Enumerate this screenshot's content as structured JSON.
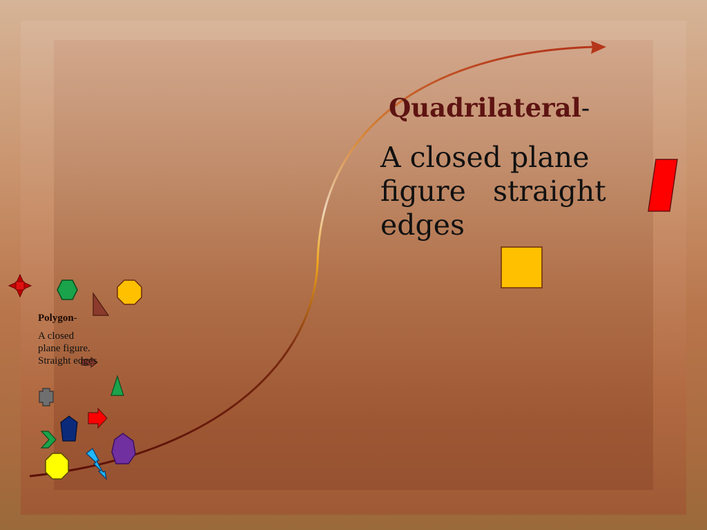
{
  "quadrilateral": {
    "term": "Quadrilateral",
    "dash": "-",
    "definition_lines": [
      "A closed plane",
      "figure   straight",
      "edges"
    ]
  },
  "polygon": {
    "term": "Polygon",
    "dash": "-",
    "definition_lines": [
      "A closed",
      "plane figure.",
      "Straight edges"
    ]
  },
  "colors": {
    "curve_start": "#5a0f08",
    "curve_mid": "#f0a319",
    "curve_end": "#b5361a",
    "parallelogram": "#ff0000",
    "square": "#ffc000",
    "hexagon": "#1aa34a",
    "octagon": "#ffc000",
    "triangle_brown": "#8b3a2b",
    "triangle_green": "#1aa34a",
    "cross": "#6f6f6f",
    "chevron": "#1aa34a",
    "pentagon": "#0b2a7a",
    "arrow": "#ff0000",
    "circle": "#ffff00",
    "lightning": "#1fb8ff",
    "heptagon": "#7030a0",
    "star": "#c00000"
  }
}
